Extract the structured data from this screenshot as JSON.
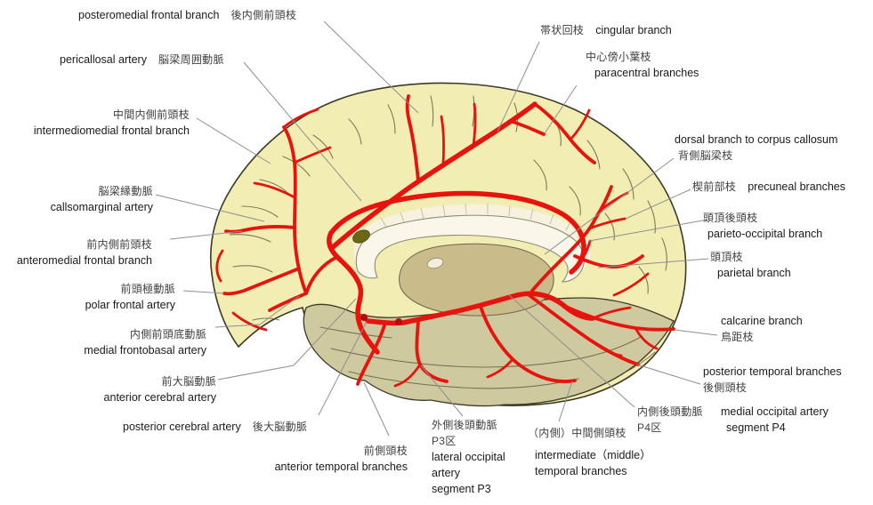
{
  "figure": {
    "description": "Medial view of cerebral hemisphere with anterior and posterior cerebral artery branches, bilingual (Japanese / English) labels"
  },
  "colors": {
    "background": "#ffffff",
    "cortex": "#f2edb2",
    "outline": "#3b3927",
    "temporal": "#cfc9a0",
    "corpus_callosum": "#faf7ea",
    "fringe": "#f6f2df",
    "thalamus": "#c9bc8a",
    "artery": "#e8130d",
    "leader": "#8f8f8f",
    "text_en": "#1a1a1a",
    "text_jp": "#404040"
  },
  "labels": {
    "posteromedial_frontal": {
      "en": "posteromedial frontal branch",
      "jp": "後内側前頭枝"
    },
    "pericallosal": {
      "en": "pericallosal artery",
      "jp": "脳梁周囲動脈"
    },
    "intermediomedial_frontal": {
      "jp": "中間内側前頭枝",
      "en": "intermediomedial frontal branch"
    },
    "callosomarginal": {
      "jp": "脳梁縁動脈",
      "en": "callsomarginal artery"
    },
    "anteromedial_frontal": {
      "jp": "前内側前頭枝",
      "en": "anteromedial frontal branch"
    },
    "polar_frontal": {
      "jp": "前頭極動脈",
      "en": "polar frontal artery"
    },
    "medial_frontobasal": {
      "jp": "内側前頭底動脈",
      "en": "medial frontobasal artery"
    },
    "anterior_cerebral": {
      "jp": "前大脳動脈",
      "en": "anterior cerebral artery"
    },
    "posterior_cerebral": {
      "en": "posterior cerebral artery",
      "jp": "後大脳動脈"
    },
    "anterior_temporal": {
      "jp": "前側頭枝",
      "en": "anterior temporal branches"
    },
    "lateral_occipital": {
      "jp1": "外側後頭動脈",
      "jp2": "P3区",
      "en1": "lateral occipital",
      "en2": "artery",
      "en3": "segment P3"
    },
    "intermediate_temporal": {
      "jp": "（内側）中間側頭枝",
      "en1": "intermediate（middle）",
      "en2": "temporal branches"
    },
    "medial_occipital": {
      "jp1": "内側後頭動脈",
      "jp2": "P4区",
      "en1": "medial occipital artery",
      "en2": "segment P4"
    },
    "posterior_temporal": {
      "en": "posterior temporal branches",
      "jp": "後側頭枝"
    },
    "calcarine": {
      "en": "calcarine branch",
      "jp": "鳥距枝"
    },
    "parietal": {
      "jp": "頭頂枝",
      "en": "parietal branch"
    },
    "parieto_occipital": {
      "jp": "頭頂後頭枝",
      "en": "parieto-occipital branch"
    },
    "precuneal": {
      "jp": "楔前部枝",
      "en": "precuneal branches"
    },
    "dorsal_corpus_callosum": {
      "en": "dorsal branch to corpus callosum",
      "jp": "背側脳梁枝"
    },
    "cingular": {
      "jp": "帯状回枝",
      "en": "cingular branch"
    },
    "paracentral": {
      "jp": "中心傍小葉枝",
      "en": "paracentral branches"
    }
  }
}
